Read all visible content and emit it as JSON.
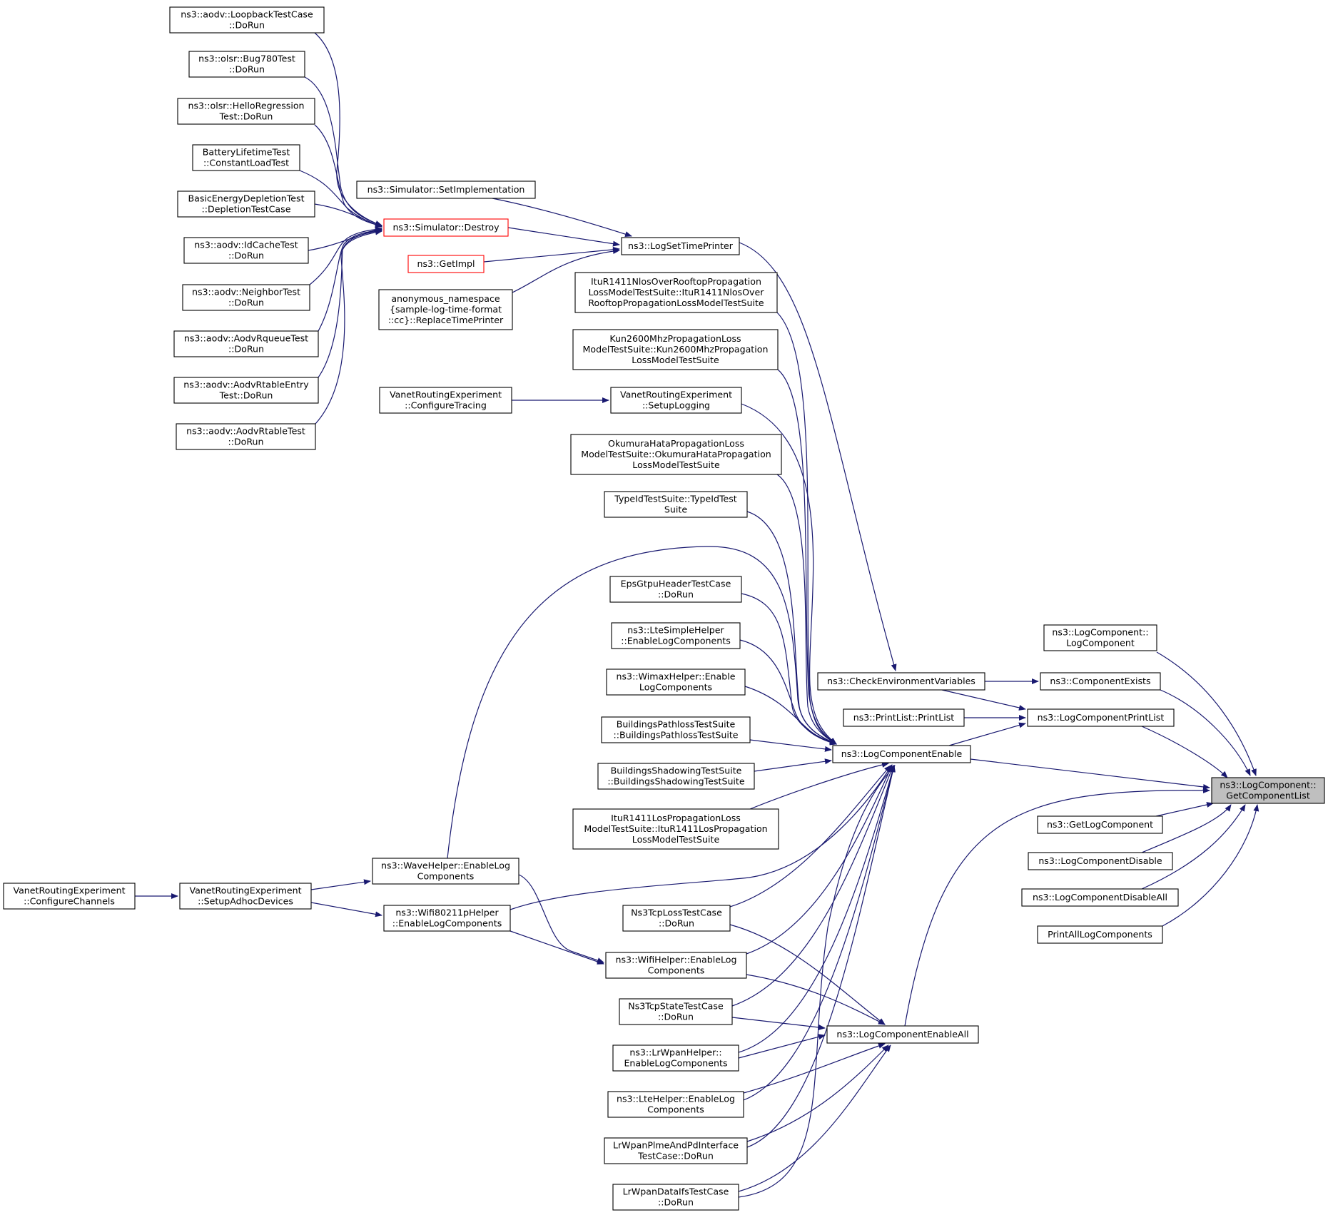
{
  "graph": {
    "title": "",
    "edge_color": "#191970",
    "truncated_border_color": "#ff0000",
    "current_fill": "#bfbfbf",
    "nodes": [
      {
        "id": "n1",
        "lines": [
          "ns3::aodv::LoopbackTestCase",
          "::DoRun"
        ]
      },
      {
        "id": "n2",
        "lines": [
          "ns3::olsr::Bug780Test",
          "::DoRun"
        ]
      },
      {
        "id": "n3",
        "lines": [
          "ns3::olsr::HelloRegression",
          "Test::DoRun"
        ]
      },
      {
        "id": "n4",
        "lines": [
          "BatteryLifetimeTest",
          "::ConstantLoadTest"
        ]
      },
      {
        "id": "n5",
        "lines": [
          "BasicEnergyDepletionTest",
          "::DepletionTestCase"
        ]
      },
      {
        "id": "n6",
        "lines": [
          "ns3::aodv::IdCacheTest",
          "::DoRun"
        ]
      },
      {
        "id": "n7",
        "lines": [
          "ns3::aodv::NeighborTest",
          "::DoRun"
        ]
      },
      {
        "id": "n8",
        "lines": [
          "ns3::aodv::AodvRqueueTest",
          "::DoRun"
        ]
      },
      {
        "id": "n9",
        "lines": [
          "ns3::aodv::AodvRtableEntry",
          "Test::DoRun"
        ]
      },
      {
        "id": "n10",
        "lines": [
          "ns3::aodv::AodvRtableTest",
          "::DoRun"
        ]
      },
      {
        "id": "n11",
        "lines": [
          "ns3::Simulator::SetImplementation"
        ]
      },
      {
        "id": "n12",
        "lines": [
          "ns3::Simulator::Destroy"
        ],
        "truncated": true
      },
      {
        "id": "n13",
        "lines": [
          "ns3::GetImpl"
        ],
        "truncated": true
      },
      {
        "id": "n14",
        "lines": [
          "anonymous_namespace",
          "{sample-log-time-format",
          "::cc}::ReplaceTimePrinter"
        ]
      },
      {
        "id": "n15",
        "lines": [
          "ns3::LogSetTimePrinter"
        ]
      },
      {
        "id": "n16",
        "lines": [
          "ItuR1411NlosOverRooftopPropagation",
          "LossModelTestSuite::ItuR1411NlosOver",
          "RooftopPropagationLossModelTestSuite"
        ]
      },
      {
        "id": "n17",
        "lines": [
          "Kun2600MhzPropagationLoss",
          "ModelTestSuite::Kun2600MhzPropagation",
          "LossModelTestSuite"
        ]
      },
      {
        "id": "n18",
        "lines": [
          "VanetRoutingExperiment",
          "::ConfigureTracing"
        ]
      },
      {
        "id": "n19",
        "lines": [
          "VanetRoutingExperiment",
          "::SetupLogging"
        ]
      },
      {
        "id": "n20",
        "lines": [
          "OkumuraHataPropagationLoss",
          "ModelTestSuite::OkumuraHataPropagation",
          "LossModelTestSuite"
        ]
      },
      {
        "id": "n21",
        "lines": [
          "TypeIdTestSuite::TypeIdTest",
          "Suite"
        ]
      },
      {
        "id": "n22",
        "lines": [
          "EpsGtpuHeaderTestCase",
          "::DoRun"
        ]
      },
      {
        "id": "n23",
        "lines": [
          "ns3::LteSimpleHelper",
          "::EnableLogComponents"
        ]
      },
      {
        "id": "n24",
        "lines": [
          "ns3::WimaxHelper::Enable",
          "LogComponents"
        ]
      },
      {
        "id": "n25",
        "lines": [
          "BuildingsPathlossTestSuite",
          "::BuildingsPathlossTestSuite"
        ]
      },
      {
        "id": "n26",
        "lines": [
          "BuildingsShadowingTestSuite",
          "::BuildingsShadowingTestSuite"
        ]
      },
      {
        "id": "n27",
        "lines": [
          "ItuR1411LosPropagationLoss",
          "ModelTestSuite::ItuR1411LosPropagation",
          "LossModelTestSuite"
        ]
      },
      {
        "id": "n28",
        "lines": [
          "VanetRoutingExperiment",
          "::ConfigureChannels"
        ]
      },
      {
        "id": "n29",
        "lines": [
          "VanetRoutingExperiment",
          "::SetupAdhocDevices"
        ]
      },
      {
        "id": "n30",
        "lines": [
          "ns3::WaveHelper::EnableLog",
          "Components"
        ]
      },
      {
        "id": "n31",
        "lines": [
          "ns3::Wifi80211pHelper",
          "::EnableLogComponents"
        ]
      },
      {
        "id": "n32",
        "lines": [
          "Ns3TcpLossTestCase",
          "::DoRun"
        ]
      },
      {
        "id": "n33",
        "lines": [
          "ns3::WifiHelper::EnableLog",
          "Components"
        ]
      },
      {
        "id": "n34",
        "lines": [
          "Ns3TcpStateTestCase",
          "::DoRun"
        ]
      },
      {
        "id": "n35",
        "lines": [
          "ns3::LrWpanHelper::",
          "EnableLogComponents"
        ]
      },
      {
        "id": "n36",
        "lines": [
          "ns3::LteHelper::EnableLog",
          "Components"
        ]
      },
      {
        "id": "n37",
        "lines": [
          "LrWpanPlmeAndPdInterface",
          "TestCase::DoRun"
        ]
      },
      {
        "id": "n38",
        "lines": [
          "LrWpanDataIfsTestCase",
          "::DoRun"
        ]
      },
      {
        "id": "n39",
        "lines": [
          "ns3::CheckEnvironmentVariables"
        ]
      },
      {
        "id": "n40",
        "lines": [
          "ns3::PrintList::PrintList"
        ]
      },
      {
        "id": "n41",
        "lines": [
          "ns3::LogComponentEnable"
        ]
      },
      {
        "id": "n42",
        "lines": [
          "ns3::LogComponentEnableAll"
        ]
      },
      {
        "id": "n43",
        "lines": [
          "ns3::LogComponent::",
          "LogComponent"
        ]
      },
      {
        "id": "n44",
        "lines": [
          "ns3::ComponentExists"
        ]
      },
      {
        "id": "n45",
        "lines": [
          "ns3::LogComponentPrintList"
        ]
      },
      {
        "id": "n46",
        "lines": [
          "ns3::GetLogComponent"
        ]
      },
      {
        "id": "n47",
        "lines": [
          "ns3::LogComponentDisable"
        ]
      },
      {
        "id": "n48",
        "lines": [
          "ns3::LogComponentDisableAll"
        ]
      },
      {
        "id": "n49",
        "lines": [
          "PrintAllLogComponents"
        ]
      },
      {
        "id": "n50",
        "lines": [
          "ns3::LogComponent::",
          "GetComponentList"
        ],
        "current": true
      }
    ],
    "edges": [
      [
        "n1",
        "n12"
      ],
      [
        "n2",
        "n12"
      ],
      [
        "n3",
        "n12"
      ],
      [
        "n4",
        "n12"
      ],
      [
        "n5",
        "n12"
      ],
      [
        "n6",
        "n12"
      ],
      [
        "n7",
        "n12"
      ],
      [
        "n8",
        "n12"
      ],
      [
        "n9",
        "n12"
      ],
      [
        "n10",
        "n12"
      ],
      [
        "n11",
        "n15"
      ],
      [
        "n12",
        "n15"
      ],
      [
        "n13",
        "n15"
      ],
      [
        "n14",
        "n15"
      ],
      [
        "n15",
        "n39"
      ],
      [
        "n18",
        "n19"
      ],
      [
        "n28",
        "n29"
      ],
      [
        "n29",
        "n30"
      ],
      [
        "n29",
        "n31"
      ],
      [
        "n30",
        "n33"
      ],
      [
        "n31",
        "n33"
      ],
      [
        "n16",
        "n41"
      ],
      [
        "n17",
        "n41"
      ],
      [
        "n19",
        "n41"
      ],
      [
        "n20",
        "n41"
      ],
      [
        "n21",
        "n41"
      ],
      [
        "n30",
        "n41"
      ],
      [
        "n22",
        "n41"
      ],
      [
        "n23",
        "n41"
      ],
      [
        "n24",
        "n41"
      ],
      [
        "n25",
        "n41"
      ],
      [
        "n26",
        "n41"
      ],
      [
        "n27",
        "n41"
      ],
      [
        "n31",
        "n41"
      ],
      [
        "n32",
        "n41"
      ],
      [
        "n33",
        "n41"
      ],
      [
        "n34",
        "n41"
      ],
      [
        "n35",
        "n41"
      ],
      [
        "n36",
        "n41"
      ],
      [
        "n37",
        "n41"
      ],
      [
        "n38",
        "n41"
      ],
      [
        "n32",
        "n42"
      ],
      [
        "n33",
        "n42"
      ],
      [
        "n34",
        "n42"
      ],
      [
        "n35",
        "n42"
      ],
      [
        "n36",
        "n42"
      ],
      [
        "n37",
        "n42"
      ],
      [
        "n38",
        "n42"
      ],
      [
        "n39",
        "n44"
      ],
      [
        "n39",
        "n45"
      ],
      [
        "n40",
        "n45"
      ],
      [
        "n41",
        "n45"
      ],
      [
        "n43",
        "n50"
      ],
      [
        "n44",
        "n50"
      ],
      [
        "n45",
        "n50"
      ],
      [
        "n41",
        "n50"
      ],
      [
        "n42",
        "n50"
      ],
      [
        "n46",
        "n50"
      ],
      [
        "n47",
        "n50"
      ],
      [
        "n48",
        "n50"
      ],
      [
        "n49",
        "n50"
      ]
    ]
  }
}
